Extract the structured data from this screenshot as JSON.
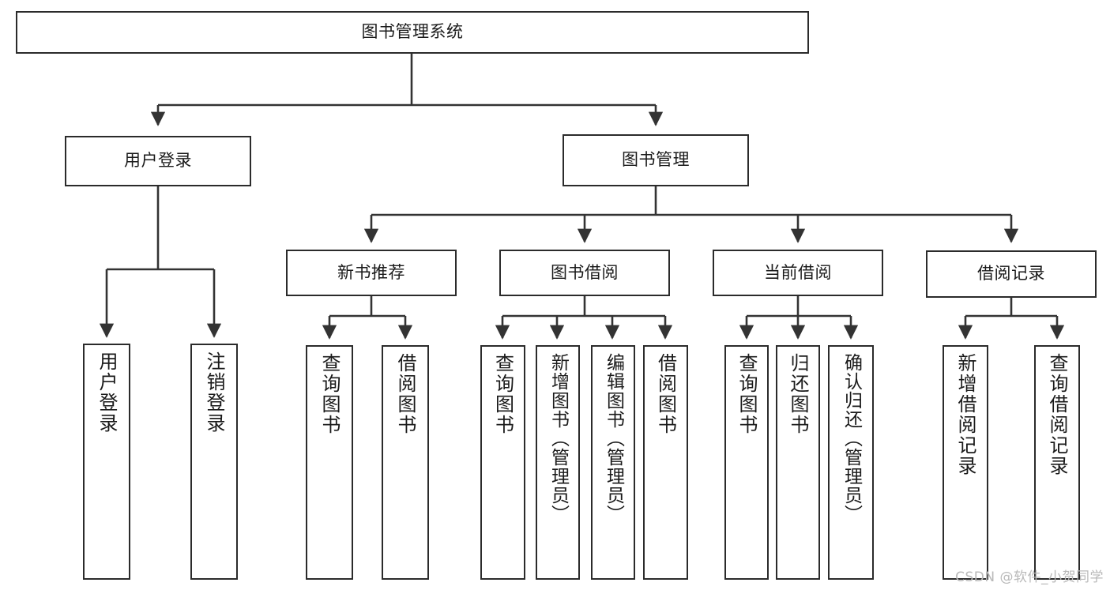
{
  "diagram": {
    "title": "图书管理系统",
    "type": "hierarchy-tree",
    "watermark": "CSDN @软件_小贺同学",
    "colors": {
      "box_border": "#2b2b2b",
      "box_fill": "#ffffff",
      "connector": "#333333",
      "text": "#1a1a1a",
      "watermark": "#b9b9b9"
    },
    "root": {
      "label": "图书管理系统"
    },
    "level1": [
      {
        "label": "用户登录"
      },
      {
        "label": "图书管理"
      }
    ],
    "level2": [
      {
        "label": "新书推荐"
      },
      {
        "label": "图书借阅"
      },
      {
        "label": "当前借阅"
      },
      {
        "label": "借阅记录"
      }
    ],
    "leaves": {
      "user_login": [
        {
          "label": "用户登录"
        },
        {
          "label": "注销登录"
        }
      ],
      "new_book_recommend": [
        {
          "label": "查询图书"
        },
        {
          "label": "借阅图书"
        }
      ],
      "book_borrow": [
        {
          "label": "查询图书"
        },
        {
          "label": "新增图书（管理员）"
        },
        {
          "label": "编辑图书（管理员）"
        },
        {
          "label": "借阅图书"
        }
      ],
      "current_borrow": [
        {
          "label": "查询图书"
        },
        {
          "label": "归还图书"
        },
        {
          "label": "确认归还（管理员）"
        }
      ],
      "borrow_record": [
        {
          "label": "新增借阅记录"
        },
        {
          "label": "查询借阅记录"
        }
      ]
    }
  }
}
